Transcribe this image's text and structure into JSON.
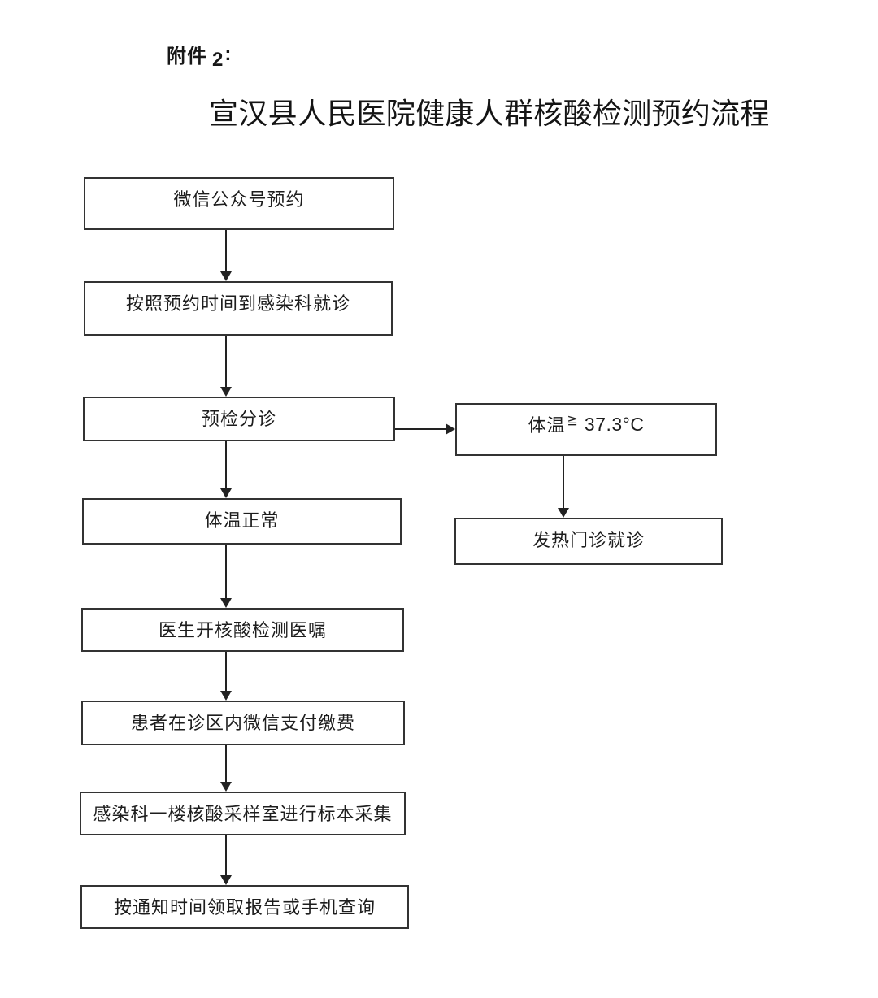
{
  "document": {
    "attachment_label": "附件",
    "attachment_number": "2",
    "attachment_colon": ":",
    "title": "宣汉县人民医院健康人群核酸检测预约流程"
  },
  "flowchart": {
    "main_nodes": [
      {
        "id": "wechat-appointment",
        "label": "微信公众号预约"
      },
      {
        "id": "visit-infection-dept",
        "label": "按照预约时间到感染科就诊"
      },
      {
        "id": "pre-check-triage",
        "label": "预检分诊"
      },
      {
        "id": "temperature-normal",
        "label": "体温正常"
      },
      {
        "id": "doctor-order",
        "label": "医生开核酸检测医嘱"
      },
      {
        "id": "wechat-payment",
        "label": "患者在诊区内微信支付缴费"
      },
      {
        "id": "sample-collection",
        "label": "感染科一楼核酸采样室进行标本采集"
      },
      {
        "id": "get-report",
        "label": "按通知时间领取报告或手机查询"
      }
    ],
    "branch_nodes": [
      {
        "id": "fever-temperature",
        "label_prefix": "体温",
        "label_operator": "≧",
        "label_value": "37.3°C"
      },
      {
        "id": "fever-clinic",
        "label": "发热门诊就诊"
      }
    ],
    "colors": {
      "background": "#ffffff",
      "box_border": "#333333",
      "text": "#1d1d1d",
      "arrow": "#222222"
    }
  }
}
